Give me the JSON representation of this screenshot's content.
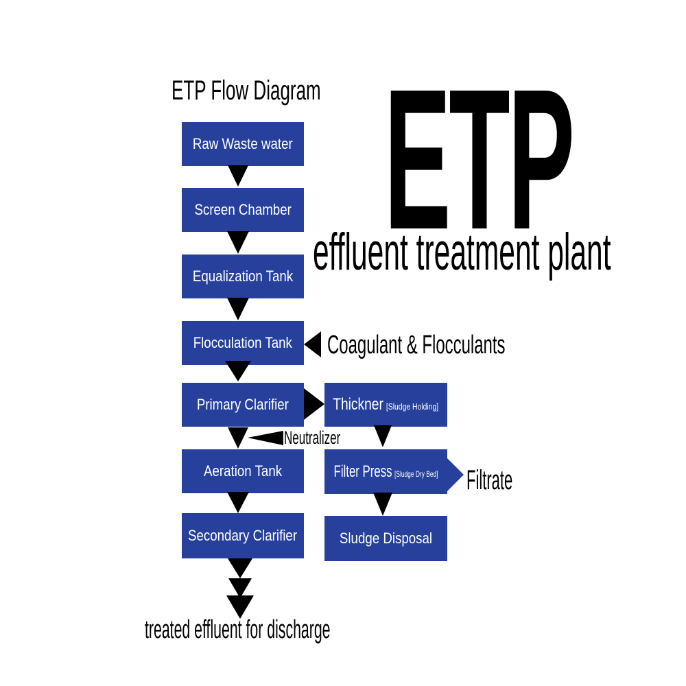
{
  "title": "ETP Flow Diagram",
  "heading": {
    "acronym": "ETP",
    "subtitle": "effluent treatment plant"
  },
  "colors": {
    "box_blue": "#26409c",
    "ink_black": "#000000",
    "box_text_white": "#ffffff",
    "background": "#ffffff"
  },
  "main_flow": [
    "Raw Waste water",
    "Screen Chamber",
    "Equalization Tank",
    "Flocculation Tank",
    "Primary Clarifier",
    "Aeration Tank",
    "Secondary Clarifier"
  ],
  "sludge_flow": [
    {
      "label": "Thickner",
      "note": "[Sludge Holding]"
    },
    {
      "label": "Filter Press",
      "note": "[Sludge Dry Bed]"
    },
    {
      "label": "Sludge Disposal",
      "note": ""
    }
  ],
  "labels": {
    "coagulant_input": "Coagulant & Flocculants",
    "neutralizer_input": "Neutralizer",
    "filtrate_output": "Filtrate",
    "final_output": "treated effluent for discharge"
  }
}
